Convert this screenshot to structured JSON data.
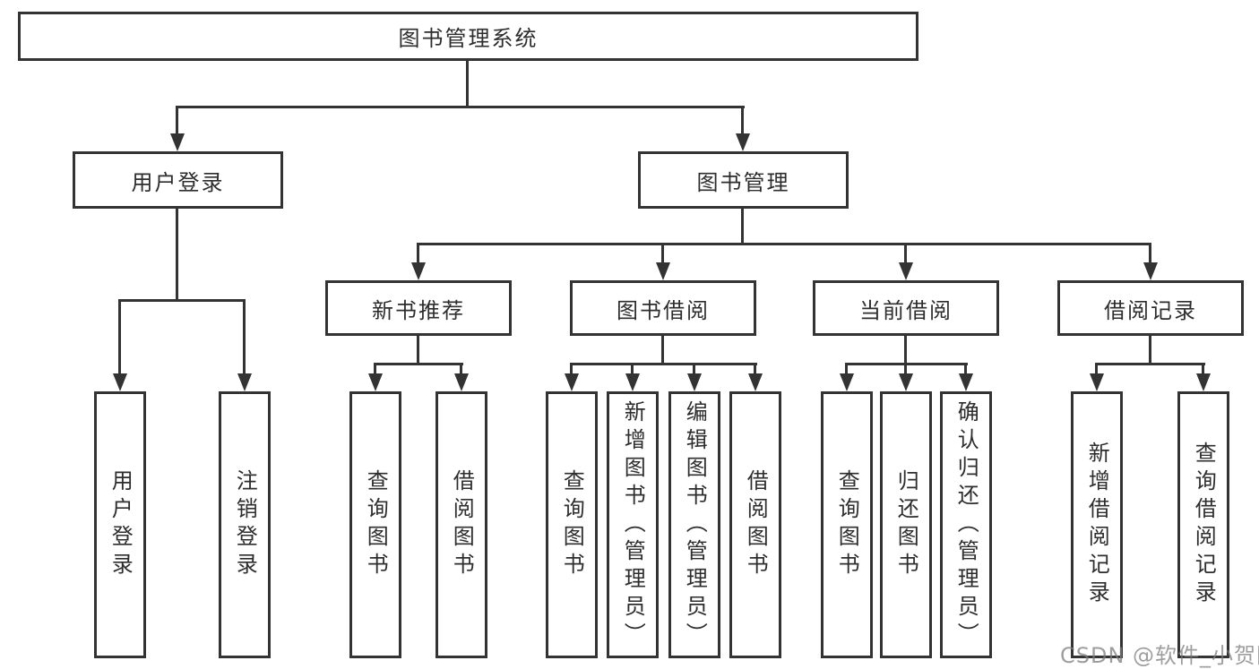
{
  "colors": {
    "line": "#333333",
    "text": "#2d2d2d",
    "watermark": "#7d7d7d"
  },
  "nodes": {
    "root": {
      "label": "图书管理系统"
    },
    "level2": [
      {
        "label": "用户登录"
      },
      {
        "label": "图书管理"
      }
    ],
    "level3": [
      {
        "label": "新书推荐"
      },
      {
        "label": "图书借阅"
      },
      {
        "label": "当前借阅"
      },
      {
        "label": "借阅记录"
      }
    ],
    "leaves": {
      "user_login": [
        {
          "label": "用户登录"
        },
        {
          "label": "注销登录"
        }
      ],
      "new_book_rec": [
        {
          "label": "查询图书"
        },
        {
          "label": "借阅图书"
        }
      ],
      "book_borrow": [
        {
          "label": "查询图书"
        },
        {
          "label": "新增图书（管理员）"
        },
        {
          "label": "编辑图书（管理员）"
        },
        {
          "label": "借阅图书"
        }
      ],
      "current_borrow": [
        {
          "label": "查询图书"
        },
        {
          "label": "归还图书"
        },
        {
          "label": "确认归还（管理员）"
        }
      ],
      "borrow_records": [
        {
          "label": "新增借阅记录"
        },
        {
          "label": "查询借阅记录"
        }
      ]
    }
  },
  "watermark": {
    "text": "CSDN @软件_小贺同学"
  }
}
